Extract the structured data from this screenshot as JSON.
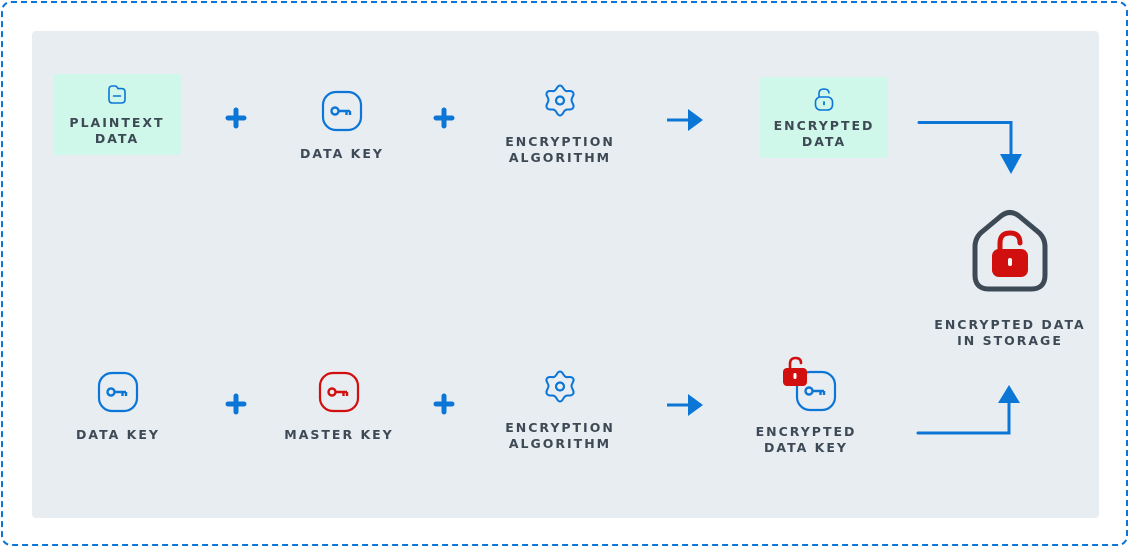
{
  "diagram": {
    "title": "Envelope encryption flow",
    "colors": {
      "accent": "#0b76d6",
      "danger": "#d10f0f",
      "text": "#3d4a55",
      "highlight": "#d0f8ea",
      "panel": "#e8edf2",
      "storage_outline": "#3d4a55"
    },
    "top_row": {
      "nodes": [
        {
          "id": "plaintext-data",
          "label": "PLAINTEXT\nDATA",
          "icon": "document-icon",
          "highlighted": true
        },
        {
          "id": "data-key",
          "label": "DATA KEY",
          "icon": "key-icon",
          "highlighted": false
        },
        {
          "id": "encryption-algorithm",
          "label": "ENCRYPTION\nALGORITHM",
          "icon": "gear-icon",
          "highlighted": false
        },
        {
          "id": "encrypted-data",
          "label": "ENCRYPTED\nDATA",
          "icon": "unlocked-padlock-icon",
          "highlighted": true
        }
      ],
      "operators": [
        "+",
        "+",
        "→"
      ]
    },
    "bottom_row": {
      "nodes": [
        {
          "id": "data-key",
          "label": "DATA KEY",
          "icon": "key-icon"
        },
        {
          "id": "master-key",
          "label": "MASTER KEY",
          "icon": "key-icon"
        },
        {
          "id": "encryption-algorithm",
          "label": "ENCRYPTION\nALGORITHM",
          "icon": "gear-icon"
        },
        {
          "id": "encrypted-data-key",
          "label": "ENCRYPTED\nDATA KEY",
          "icon": "locked-key-icon"
        }
      ],
      "operators": [
        "+",
        "+",
        "→"
      ]
    },
    "storage": {
      "label": "ENCRYPTED DATA\nIN STORAGE",
      "icon": "storage-padlock-icon"
    }
  }
}
